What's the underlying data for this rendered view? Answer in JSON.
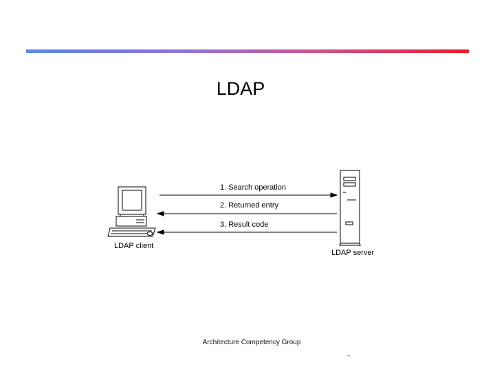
{
  "slide": {
    "title": "LDAP",
    "footer": "Architecture Competency Group",
    "page_marker": "–"
  },
  "diagram": {
    "client_label": "LDAP client",
    "server_label": "LDAP server",
    "messages": [
      {
        "label": "1. Search operation",
        "direction": "client-to-server"
      },
      {
        "label": "2. Returned entry",
        "direction": "server-to-client"
      },
      {
        "label": "3. Result code",
        "direction": "server-to-client"
      }
    ]
  },
  "colors": {
    "bar_start": "#5b86e6",
    "bar_end": "#ee1a2c"
  }
}
